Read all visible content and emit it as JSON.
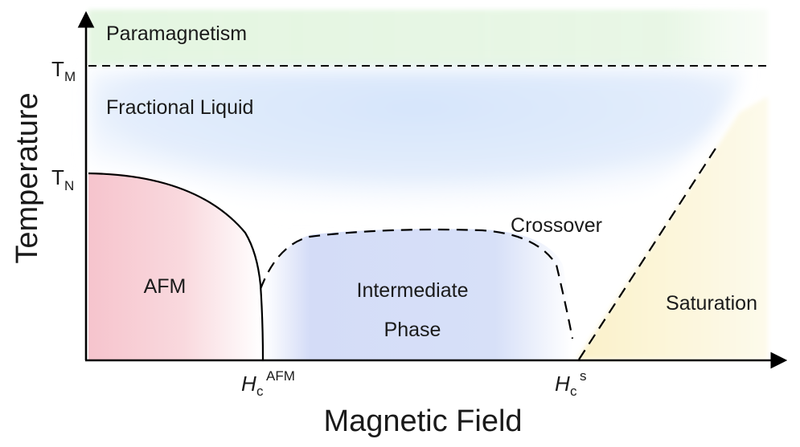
{
  "axes": {
    "x_title": "Magnetic Field",
    "y_title": "Temperature"
  },
  "y_ticks": {
    "tm": {
      "main": "T",
      "sub": "M"
    },
    "tn": {
      "main": "T",
      "sub": "N"
    }
  },
  "x_ticks": {
    "hc_afm": {
      "main": "H",
      "sub": "c",
      "sup": "AFM"
    },
    "hc_s": {
      "main": "H",
      "sub": "c",
      "sup": "s"
    }
  },
  "regions": {
    "paramagnetism": "Paramagnetism",
    "fractional_liquid": "Fractional Liquid",
    "afm": "AFM",
    "intermediate_line1": "Intermediate",
    "intermediate_line2": "Phase",
    "crossover": "Crossover",
    "saturation": "Saturation"
  },
  "colors": {
    "paramagnetism": "#e3f5e0",
    "fractional_liquid": "#dce9fb",
    "afm": "#f7c9d1",
    "intermediate": "#cfd9f7",
    "saturation": "#fbf3cf",
    "lines": "#000000"
  }
}
